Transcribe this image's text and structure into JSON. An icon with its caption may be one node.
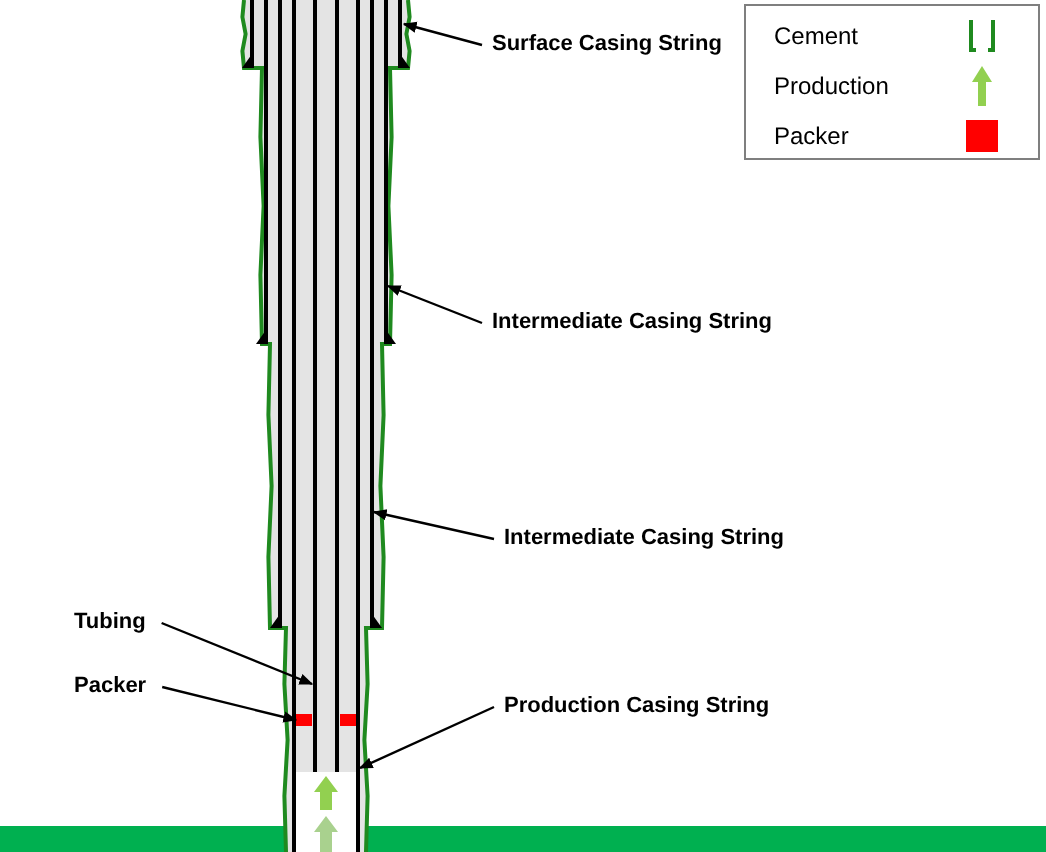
{
  "diagram": {
    "nodes": [
      {
        "text": [
          "Surface Casing String"
        ]
      },
      {
        "text": [
          "Intermediate Casing String"
        ]
      },
      {
        "text": [
          "Intermediate Casing String"
        ]
      },
      {
        "text": [
          "Tubing"
        ]
      },
      {
        "text": [
          "Packer"
        ]
      },
      {
        "text": [
          "Production Casing String"
        ]
      }
    ],
    "edges": [
      {
        "from": 0,
        "to": null,
        "arrow": "to"
      },
      {
        "from": 1,
        "to": null,
        "arrow": "to"
      },
      {
        "from": 2,
        "to": null,
        "arrow": "to"
      },
      {
        "from": 3,
        "to": null,
        "arrow": "to"
      },
      {
        "from": 4,
        "to": null,
        "arrow": "to"
      },
      {
        "from": 5,
        "to": null,
        "arrow": "to"
      }
    ],
    "legend": [
      {
        "text": "Cement"
      },
      {
        "text": "Production"
      },
      {
        "text": "Packer",
        "color": "#ff0000"
      }
    ]
  }
}
